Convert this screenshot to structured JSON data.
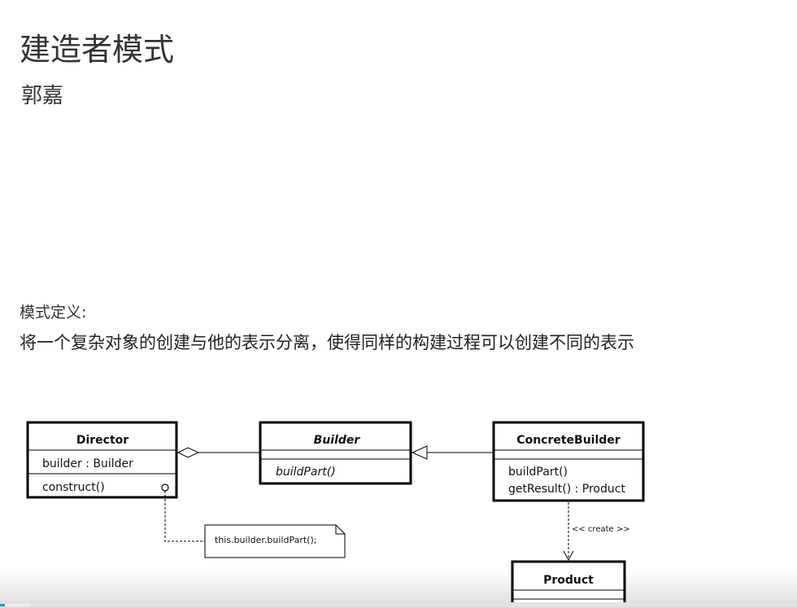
{
  "slide": {
    "title": "建造者模式",
    "author": "郭嘉",
    "definition_label": "模式定义:",
    "definition_text": "将一个复杂对象的创建与他的表示分离，使得同样的构建过程可以创建不同的表示"
  },
  "diagram": {
    "director": {
      "name": "Director",
      "attribute": "builder : Builder",
      "method": "construct()"
    },
    "builder": {
      "name": "Builder",
      "method": "buildPart()"
    },
    "concrete_builder": {
      "name": "ConcreteBuilder",
      "method1": "buildPart()",
      "method2": "getResult() : Product"
    },
    "product": {
      "name": "Product"
    },
    "note": "this.builder.buildPart();",
    "create_label": "<< create >>"
  },
  "player": {
    "progress": 0.006,
    "accent_color": "#1a9ad6"
  }
}
